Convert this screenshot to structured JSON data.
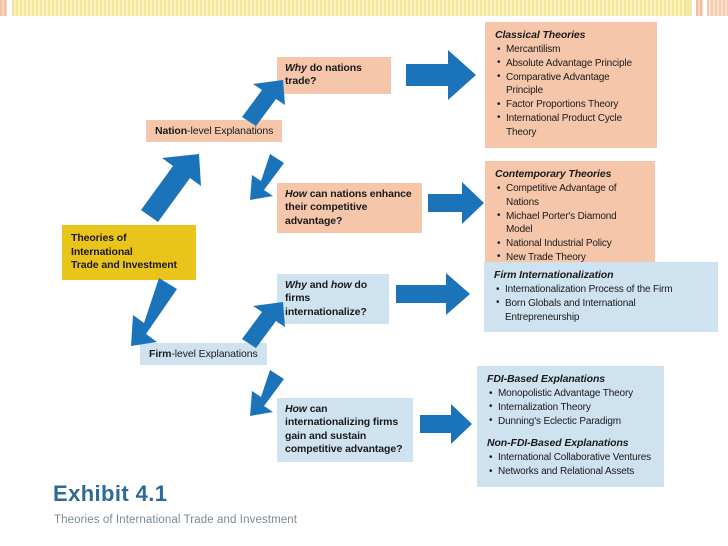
{
  "decor": {
    "top_band": "yellow-striped-band",
    "accent_peach": "#f6c6ab",
    "accent_lightblue": "#cfe2f0",
    "accent_gold": "#e9c51c",
    "arrow_blue": "#1b74ba"
  },
  "root": {
    "line1": "Theories of International",
    "line2": "Trade and Investment"
  },
  "levels": [
    {
      "strong": "Nation",
      "rest": "-level Explanations"
    },
    {
      "strong": "Firm",
      "rest": "-level Explanations"
    }
  ],
  "questions": [
    {
      "id": "why-nations-trade",
      "parts": [
        {
          "text": "Why",
          "italic": true
        },
        {
          "text": " do nations trade?",
          "italic": false
        }
      ]
    },
    {
      "id": "how-nations-enhance",
      "parts": [
        {
          "text": "How",
          "italic": true
        },
        {
          "text": " can nations enhance their competitive advantage?",
          "italic": false
        }
      ]
    },
    {
      "id": "why-how-firms-internationalize",
      "parts": [
        {
          "text": "Why",
          "italic": true
        },
        {
          "text": " and ",
          "italic": false
        },
        {
          "text": "how",
          "italic": true
        },
        {
          "text": " do firms internationalize?",
          "italic": false
        }
      ]
    },
    {
      "id": "how-firms-gain-sustain",
      "parts": [
        {
          "text": "How",
          "italic": true
        },
        {
          "text": " can internationalizing firms gain and sustain competitive advantage?",
          "italic": false
        }
      ]
    }
  ],
  "theory_boxes": [
    {
      "id": "classical-theories",
      "tone": "peach",
      "sections": [
        {
          "title": "Classical Theories",
          "items": [
            "Mercantilism",
            "Absolute Advantage Principle",
            "Comparative Advantage Principle",
            "Factor Proportions Theory",
            "International Product Cycle Theory"
          ]
        }
      ]
    },
    {
      "id": "contemporary-theories",
      "tone": "peach",
      "sections": [
        {
          "title": "Contemporary Theories",
          "items": [
            "Competitive Advantage of Nations",
            "Michael Porter's Diamond Model",
            "National Industrial Policy",
            "New Trade Theory"
          ]
        }
      ]
    },
    {
      "id": "firm-internationalization",
      "tone": "lightblue",
      "sections": [
        {
          "title": "Firm Internationalization",
          "items": [
            "Internationalization Process of the Firm",
            "Born Globals and International Entrepreneurship"
          ]
        }
      ]
    },
    {
      "id": "fdi-explanations",
      "tone": "lightblue",
      "sections": [
        {
          "title": "FDI-Based Explanations",
          "items": [
            "Monopolistic Advantage Theory",
            "Internalization Theory",
            "Dunning's Eclectic Paradigm"
          ]
        },
        {
          "title": "Non-FDI-Based Explanations",
          "items": [
            "International Collaborative Ventures",
            "Networks and Relational Assets"
          ]
        }
      ]
    }
  ],
  "caption": {
    "title": "Exhibit 4.1",
    "subtitle": "Theories of International Trade and Investment"
  }
}
